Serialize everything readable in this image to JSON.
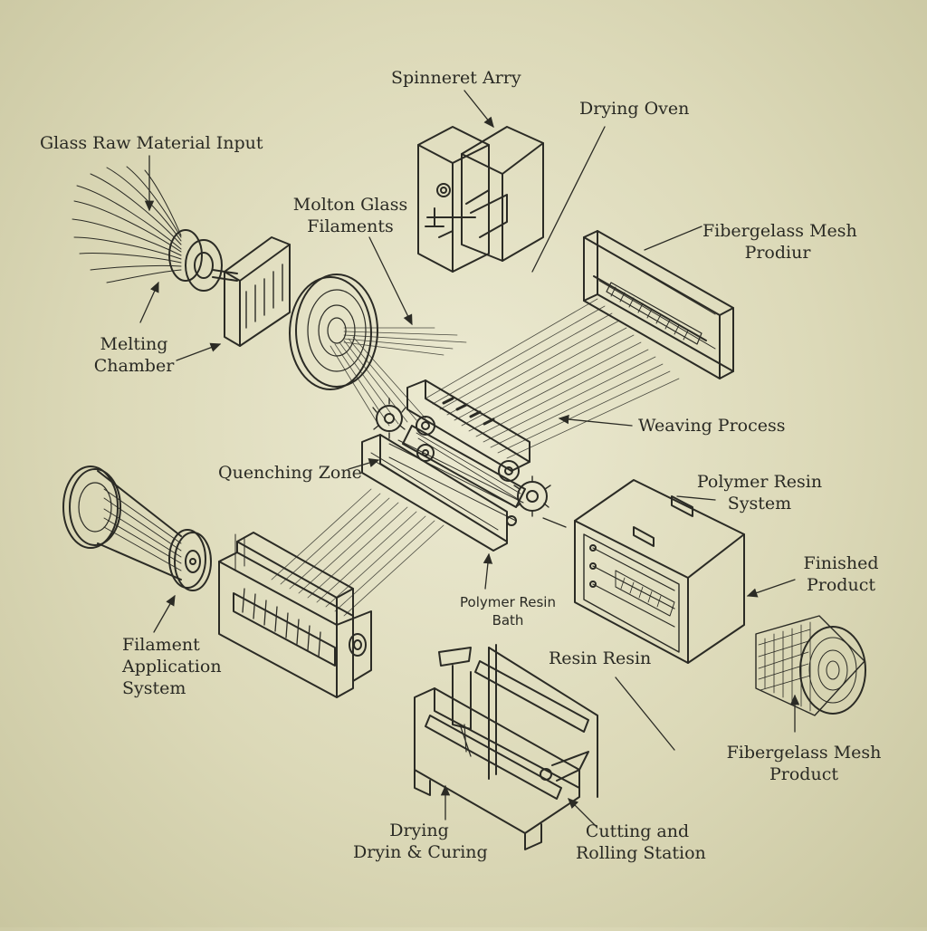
{
  "labels": {
    "spinneret_array": "Spinneret Arry",
    "drying_oven": "Drying Oven",
    "glass_raw_material_input": "Glass Raw Material Input",
    "molton_glass_line1": "Molton Glass",
    "molton_glass_line2": "Filaments",
    "fiberglass_mesh_top_line1": "Fibergelass Mesh",
    "fiberglass_mesh_top_line2": "Prodiur",
    "melting_chamber_line1": "Melting",
    "melting_chamber_line2": "Chamber",
    "weaving_process": "Weaving Process",
    "quenching_zone": "Quenching Zone",
    "polymer_resin_system_line1": "Polymer Resin",
    "polymer_resin_system_line2": "System",
    "finished_product_line1": "Finished",
    "finished_product_line2": "Product",
    "polymer_resin_bath_line1": "Polymer Resin",
    "polymer_resin_bath_line2": "Bath",
    "resin_resin": "Resin Resin",
    "filament_application_line1": "Filament",
    "filament_application_line2": "Application",
    "filament_application_line3": "System",
    "fiberglass_mesh_bottom_line1": "Fibergelass Mesh",
    "fiberglass_mesh_bottom_line2": "Product",
    "drying_line1": "Drying",
    "drying_line2": "Dryin & Curing",
    "cutting_line1": "Cutting and",
    "cutting_line2": "Rolling Station"
  },
  "colors": {
    "ink": "#2b2b25",
    "paper": "#e4e1c4"
  }
}
